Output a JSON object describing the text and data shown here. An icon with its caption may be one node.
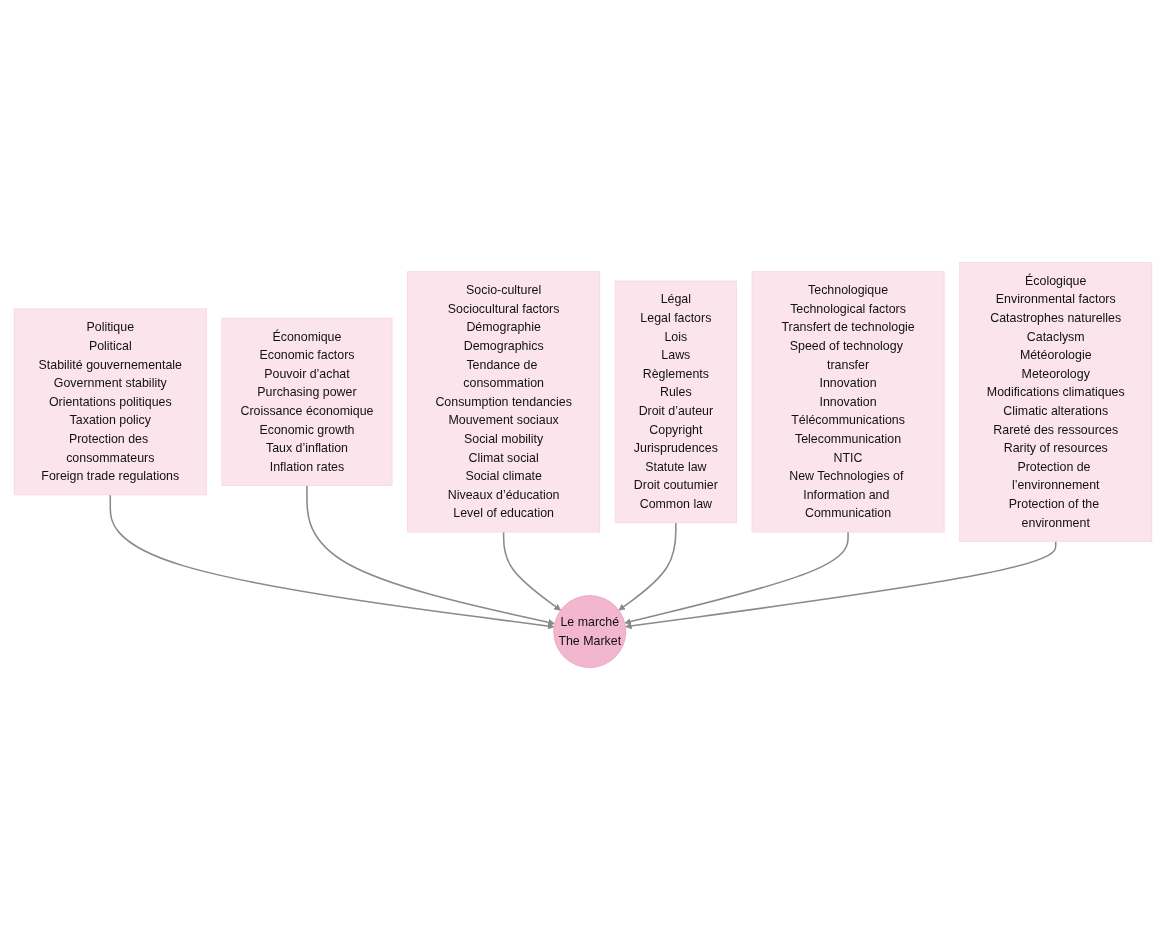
{
  "diagram": {
    "nodes": [
      {
        "text": [
          "Politique",
          "Political",
          "Stabilité gouvernementale",
          "Government stability",
          "Orientations politiques",
          "Taxation policy",
          "Protection des consommateurs",
          "Foreign trade regulations"
        ]
      },
      {
        "text": [
          "Économique",
          "Economic factors",
          "Pouvoir d’achat",
          "Purchasing power",
          "Croissance économique",
          "Economic growth",
          "Taux d’inflation",
          "Inflation rates"
        ]
      },
      {
        "text": [
          "Socio-culturel",
          "Sociocultural factors",
          "Démographie",
          "Demographics",
          "Tendance de consommation",
          "Consumption tendancies",
          "Mouvement sociaux",
          "Social mobility",
          "Climat social",
          "Social climate",
          "Niveaux d’éducation",
          "Level of education"
        ]
      },
      {
        "text": [
          "Légal",
          "Legal factors",
          "Lois",
          "Laws",
          "Règlements",
          "Rules",
          "Droit d’auteur",
          "Copyright",
          "Jurisprudences",
          "Statute law",
          "Droit coutumier",
          "Common law"
        ]
      },
      {
        "text": [
          "Le marché",
          "The Market"
        ]
      },
      {
        "text": [
          "Technologique",
          "Technological factors",
          "Transfert de technologie",
          "Speed of technology transfer",
          "Innovation",
          "Innovation",
          "Télécommunications",
          "Telecommunication",
          "NTIC",
          "New Technologies of Information and Communication"
        ]
      },
      {
        "text": [
          "Écologique",
          "Environmental factors",
          "Catastrophes naturelles",
          "Cataclysm",
          "Météorologie",
          "Meteorology",
          "Modifications climatiques",
          "Climatic alterations",
          "Rareté des ressources",
          "Rarity of resources",
          "Protection de l’environnement",
          "Protection of the environment"
        ]
      }
    ],
    "edges": [
      {
        "from": 0,
        "to": 4,
        "arrow": "to"
      },
      {
        "from": 1,
        "to": 4,
        "arrow": "to"
      },
      {
        "from": 2,
        "to": 4,
        "arrow": "to"
      },
      {
        "from": 3,
        "to": 4,
        "arrow": "to"
      },
      {
        "from": 5,
        "to": 4,
        "arrow": "to"
      },
      {
        "from": 6,
        "to": 4,
        "arrow": "to"
      }
    ]
  }
}
